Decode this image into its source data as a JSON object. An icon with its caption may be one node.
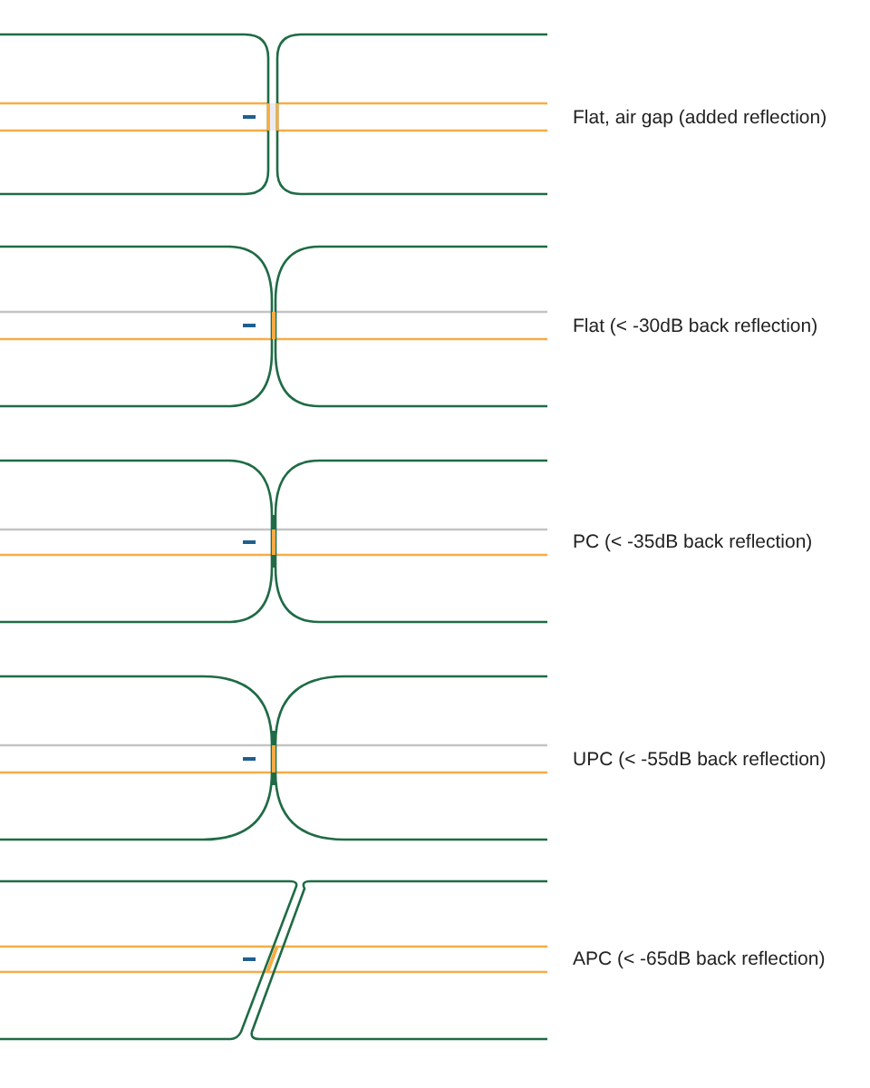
{
  "diagram": {
    "labels": [
      "Flat, air gap (added reflection)",
      "Flat (< -30dB back reflection)",
      "PC (< -35dB back reflection)",
      "UPC (< -55dB back reflection)",
      "APC (< -65dB back reflection)"
    ]
  }
}
